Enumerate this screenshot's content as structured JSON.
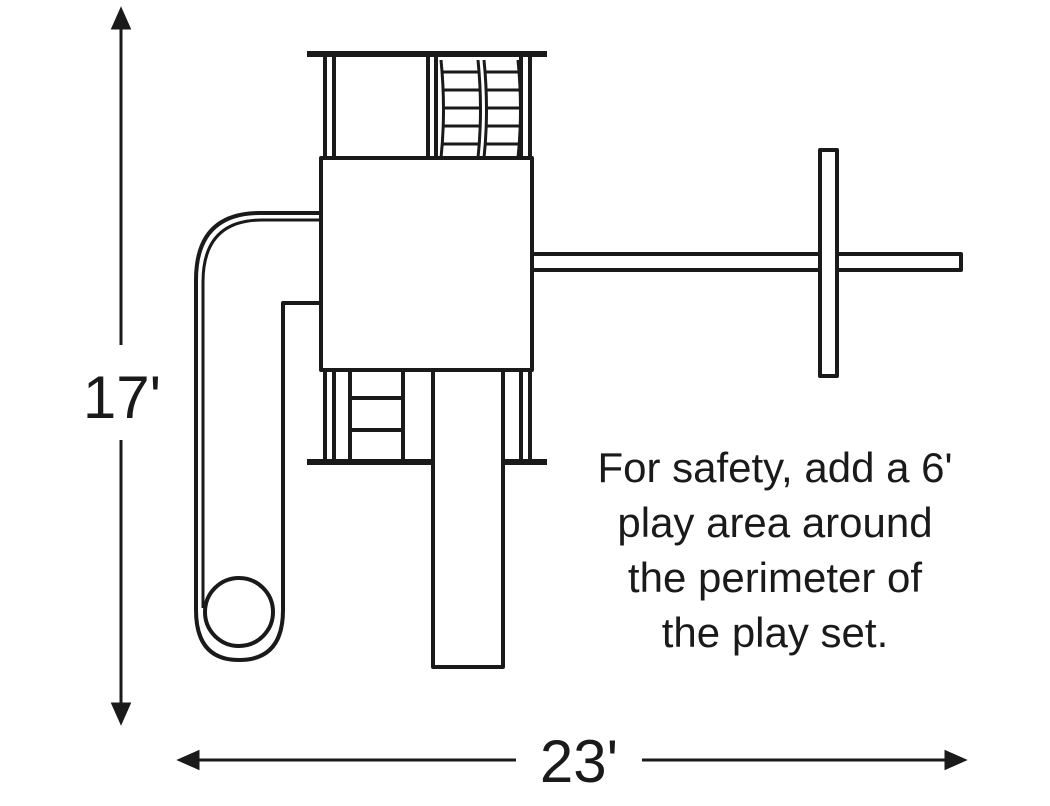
{
  "dimensions": {
    "height_label": "17'",
    "width_label": "23'"
  },
  "note": {
    "lines": [
      "For safety, add a 6'",
      "play area around",
      "the perimeter of",
      "the play set."
    ]
  },
  "colors": {
    "line": "#1a1a1a",
    "background": "#ffffff"
  }
}
